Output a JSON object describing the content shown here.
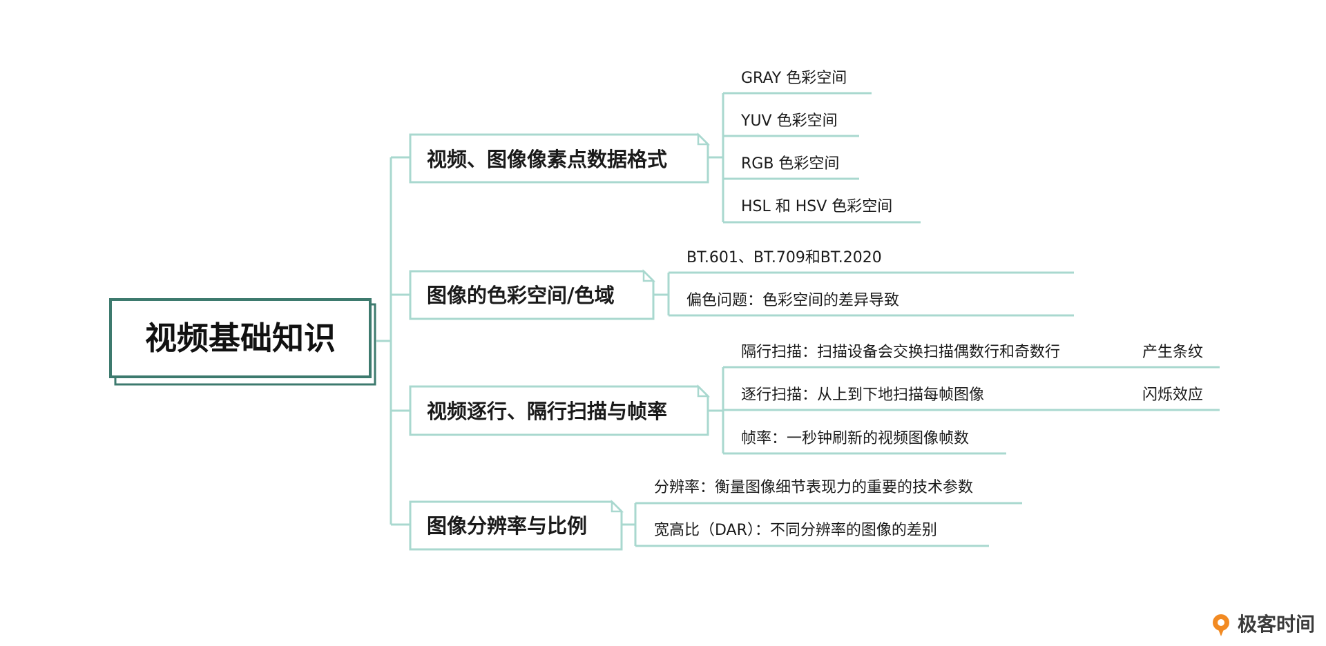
{
  "root": {
    "title": "视频基础知识"
  },
  "branches": [
    {
      "title": "视频、图像像素点数据格式",
      "leaves": [
        "GRAY 色彩空间",
        "YUV 色彩空间",
        "RGB 色彩空间",
        "HSL 和 HSV 色彩空间"
      ]
    },
    {
      "title": "图像的色彩空间/色域",
      "leaves": [
        "BT.601、BT.709和BT.2020",
        "偏色问题：色彩空间的差异导致"
      ]
    },
    {
      "title": "视频逐行、隔行扫描与帧率",
      "leaves": [
        "隔行扫描：扫描设备会交换扫描偶数行和奇数行",
        "逐行扫描：从上到下地扫描每帧图像",
        "帧率：一秒钟刷新的视频图像帧数"
      ],
      "sub_leaves": [
        "产生条纹",
        "闪烁效应"
      ]
    },
    {
      "title": "图像分辨率与比例",
      "leaves": [
        "分辨率：衡量图像细节表现力的重要的技术参数",
        "宽高比（DAR）：不同分辨率的图像的差别"
      ]
    }
  ],
  "brand": {
    "name": "极客时间",
    "logo_color": "#f28a22"
  },
  "colors": {
    "connector": "#a9d8cf",
    "root_border": "#3d7a6e"
  }
}
